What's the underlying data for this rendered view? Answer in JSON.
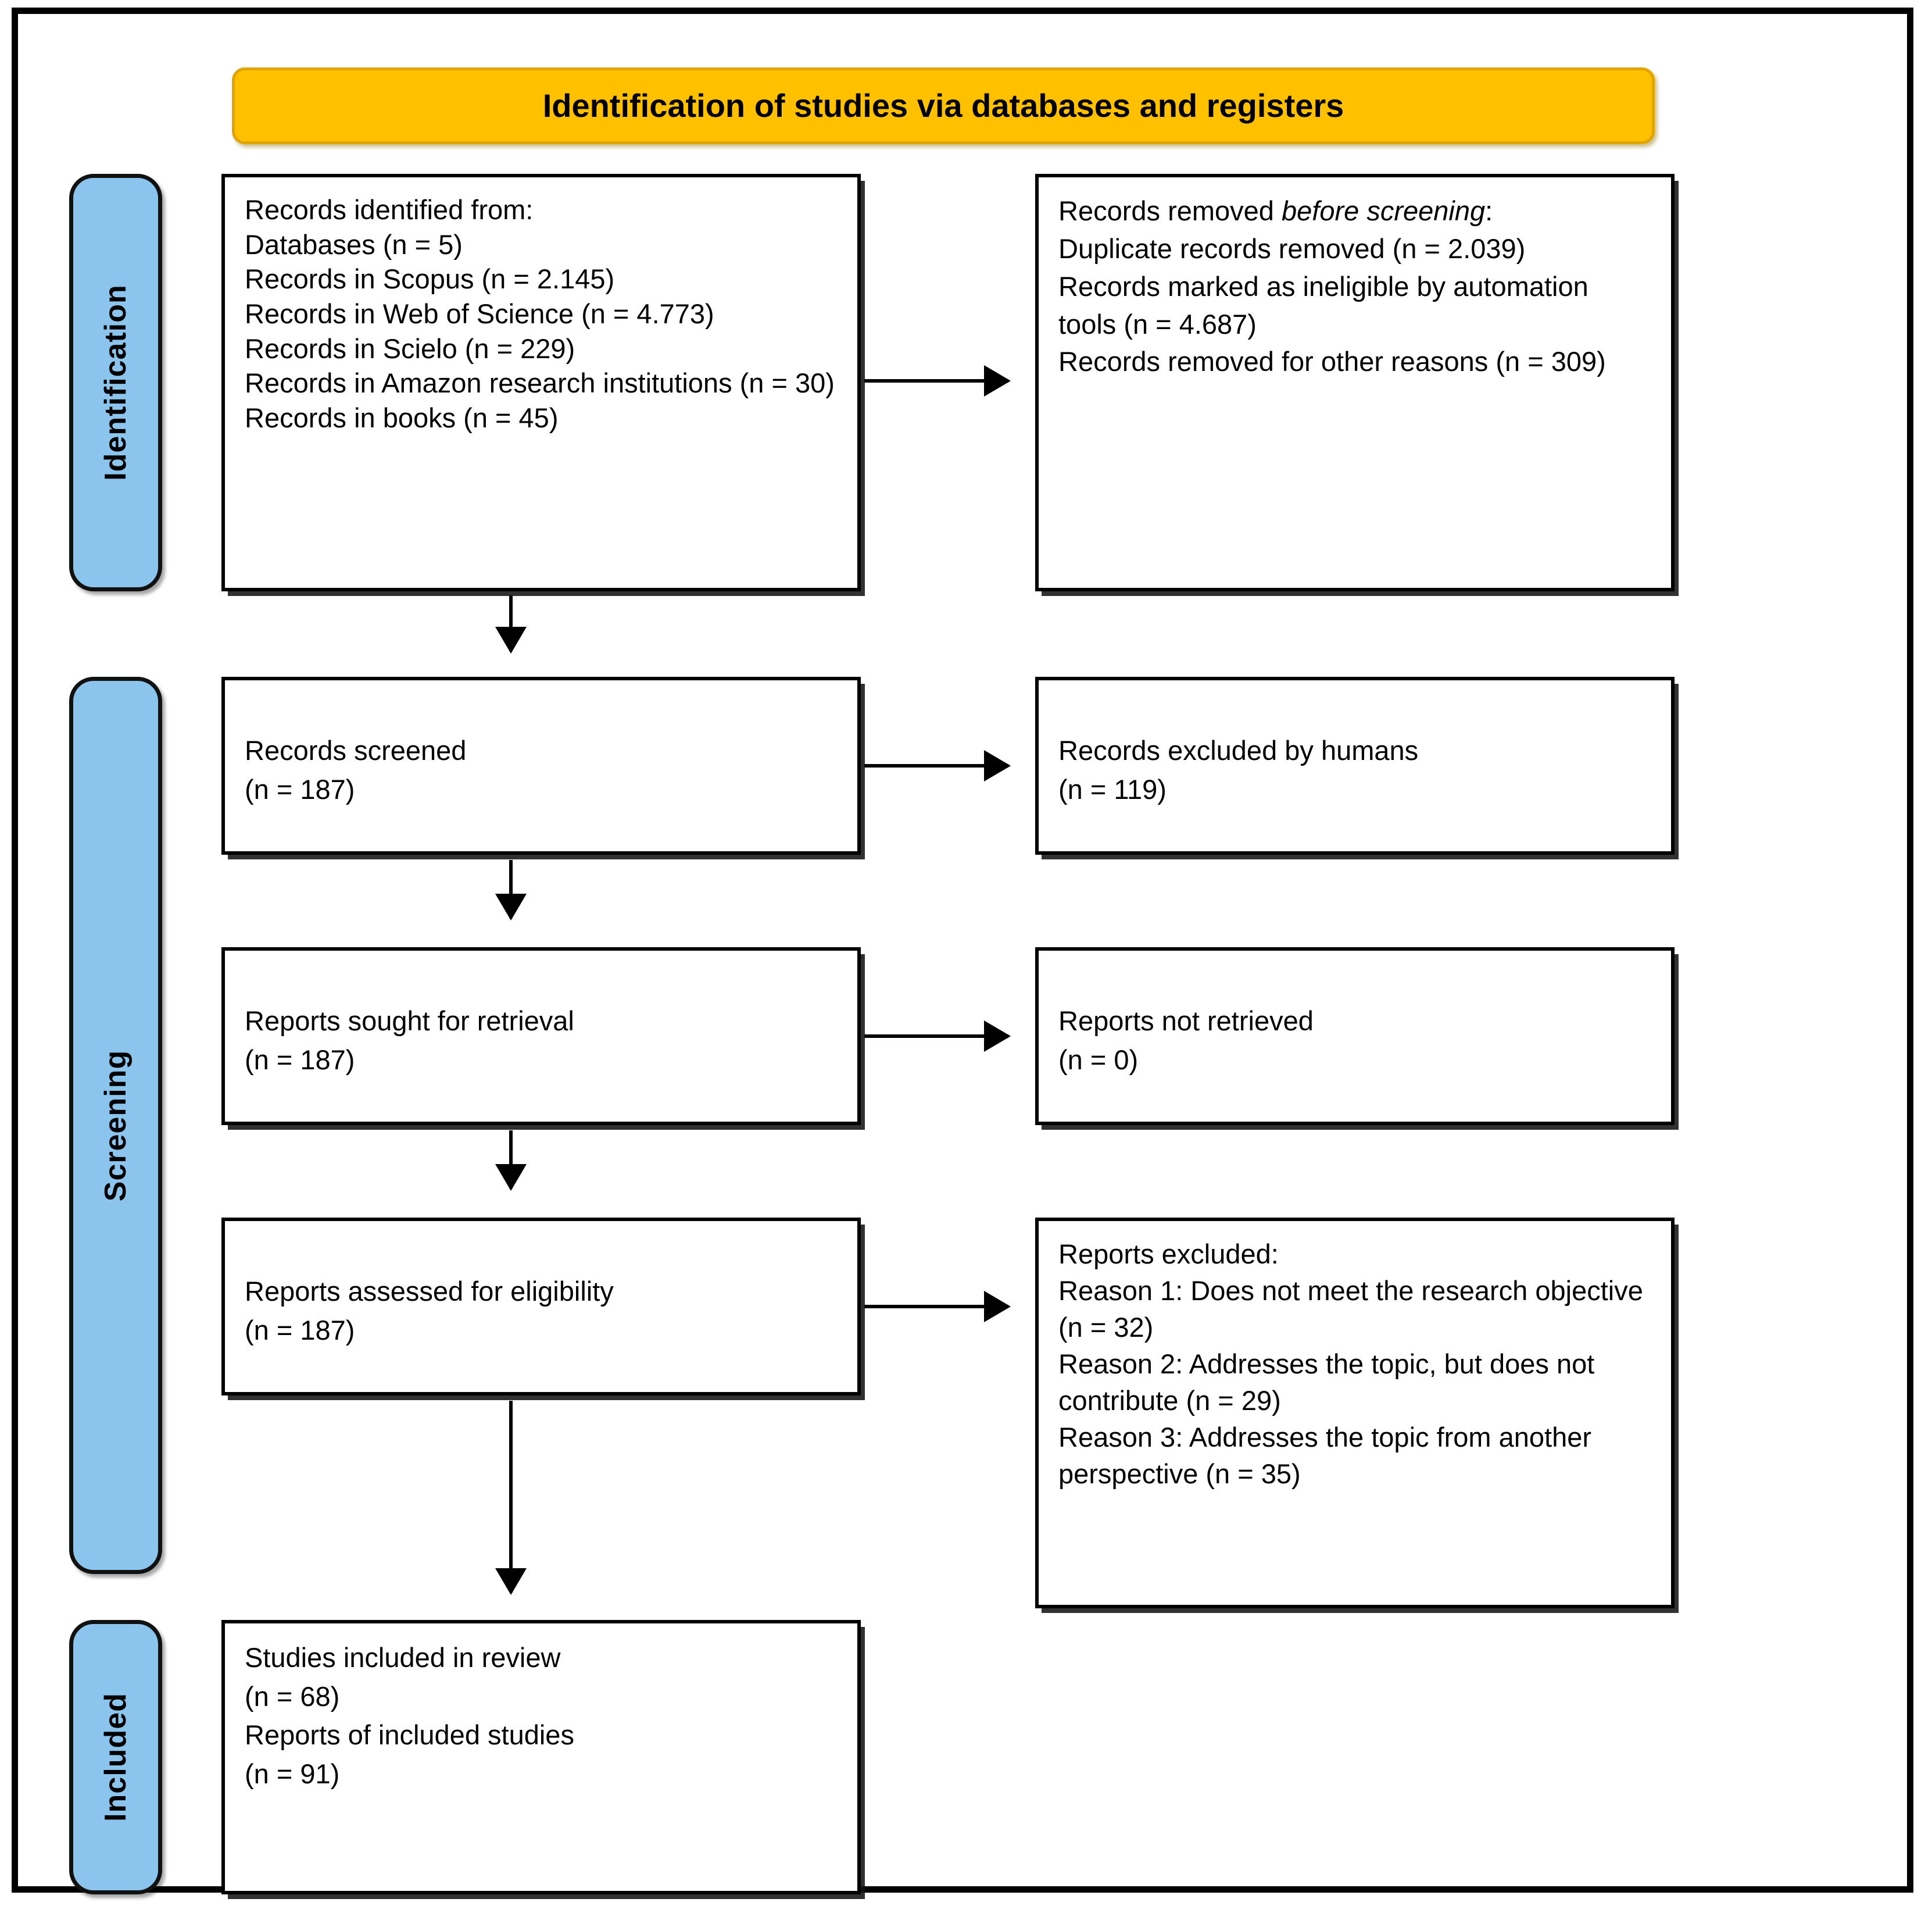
{
  "banner": {
    "title": "Identification of studies via databases and registers"
  },
  "stages": [
    {
      "key": "identification",
      "label": "Identification"
    },
    {
      "key": "screening",
      "label": "Screening"
    },
    {
      "key": "included",
      "label": "Included"
    }
  ],
  "boxes": {
    "identified": {
      "heading": "Records identified from:",
      "lines": [
        "Databases (n = 5)",
        "Records in Scopus (n = 2.145)",
        "Records in Web of Science (n = 4.773)",
        "Records in Scielo (n = 229)",
        "Records in Amazon research institutions (n = 30)",
        "Records in books (n = 45)"
      ],
      "text": "Records identified from:\nDatabases (n = 5)\nRecords in Scopus (n = 2.145)\nRecords in Web of Science (n = 4.773)\nRecords in Scielo (n = 229)\nRecords in Amazon research institutions (n = 30)\nRecords in books (n = 45)"
    },
    "removed_before_screening": {
      "heading_plain": "Records removed ",
      "heading_italic": "before screening",
      "heading_suffix": ":",
      "lines": [
        "Duplicate records removed (n = 2.039)",
        "Records marked as ineligible by automation tools (n = 4.687)",
        "Records removed for other reasons (n = 309)"
      ],
      "text": "Duplicate records removed (n = 2.039)\nRecords marked as ineligible by automation tools (n = 4.687)\nRecords removed for other reasons (n = 309)"
    },
    "records_screened": {
      "label": "Records screened",
      "count": "(n = 187)",
      "text": "Records screened\n(n = 187)"
    },
    "records_excluded_humans": {
      "label": "Records excluded by humans",
      "count": "(n = 119)",
      "text": "Records excluded by humans\n(n = 119)"
    },
    "reports_sought": {
      "label": "Reports sought for retrieval",
      "count": "(n = 187)",
      "text": "Reports sought for retrieval\n(n = 187)"
    },
    "reports_not_retrieved": {
      "label": "Reports not retrieved",
      "count": "(n = 0)",
      "text": "Reports not retrieved\n(n = 0)"
    },
    "reports_assessed": {
      "label": "Reports assessed for eligibility",
      "count": "(n = 187)",
      "text": "Reports assessed for eligibility\n(n = 187)"
    },
    "reports_excluded": {
      "heading": "Reports excluded:",
      "reasons": [
        "Reason 1: Does not meet the research objective (n = 32)",
        "Reason 2: Addresses the topic, but does not contribute (n = 29)",
        "Reason 3: Addresses the topic from another perspective (n = 35)"
      ],
      "text": "Reports excluded:\nReason 1: Does not meet the research objective (n = 32)\nReason 2: Addresses the topic, but does not contribute (n = 29)\nReason 3: Addresses the topic from another perspective (n = 35)"
    },
    "studies_included": {
      "label_studies": "Studies included in review",
      "count_studies": "(n = 68)",
      "label_reports": "Reports of included studies",
      "count_reports": "(n = 91)",
      "text": "Studies included in review\n(n = 68)\nReports of included studies\n(n = 91)"
    }
  },
  "flow_counts": {
    "databases": 5,
    "scopus": 2145,
    "web_of_science": 4773,
    "scielo": 229,
    "amazon_research_institutions": 30,
    "books": 45,
    "duplicates_removed": 2039,
    "ineligible_automation": 4687,
    "removed_other_reasons": 309,
    "records_screened": 187,
    "records_excluded_humans": 119,
    "reports_sought": 187,
    "reports_not_retrieved": 0,
    "reports_assessed": 187,
    "excluded_reason_1": 32,
    "excluded_reason_2": 29,
    "excluded_reason_3": 35,
    "studies_included": 68,
    "reports_of_included_studies": 91
  },
  "colors": {
    "banner_fill": "#FFC000",
    "banner_border": "#E0A500",
    "stage_fill": "#8BC4EC",
    "stage_border": "#111111",
    "box_border": "#000000",
    "frame": "#000000"
  }
}
